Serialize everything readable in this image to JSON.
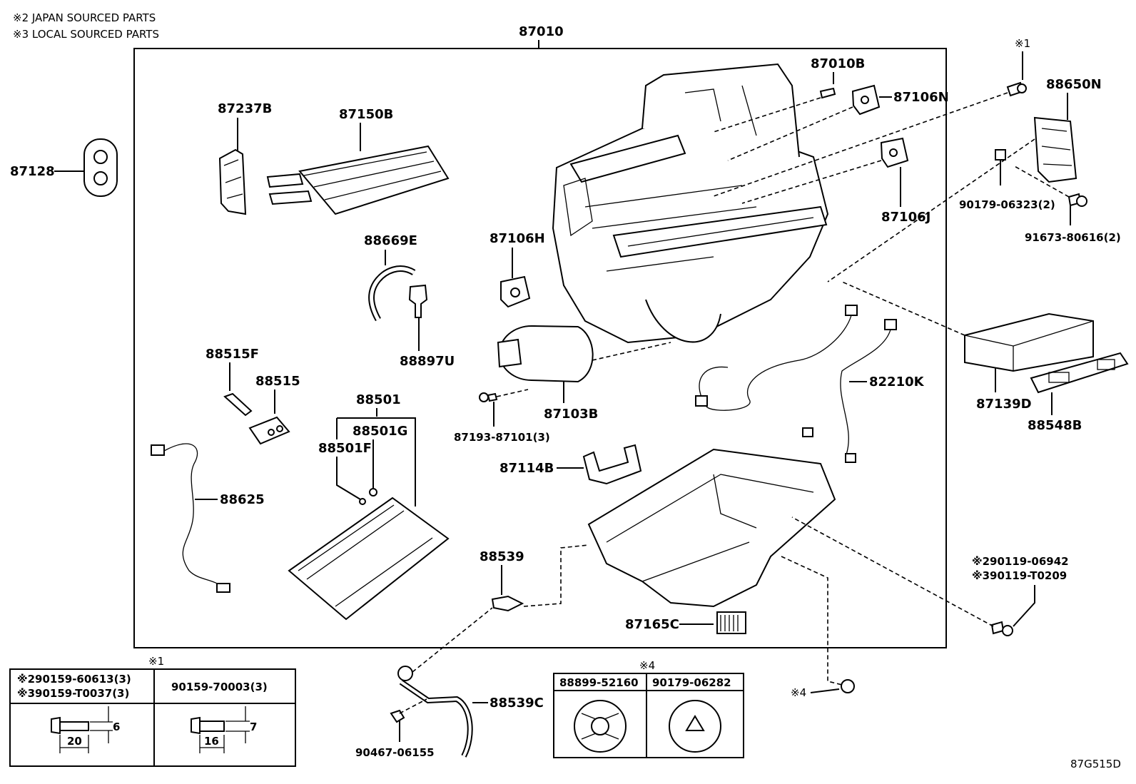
{
  "notes": {
    "japan": "※2 JAPAN SOURCED PARTS",
    "local": "※3 LOCAL SOURCED PARTS"
  },
  "assembly_label": "87010",
  "parts": {
    "p87128": "87128",
    "p87237B": "87237B",
    "p87150B": "87150B",
    "p88669E": "88669E",
    "p88897U": "88897U",
    "p87106H": "87106H",
    "p87010B": "87010B",
    "p87106N": "87106N",
    "p87106J": "87106J",
    "p88650N": "88650N",
    "p90179_06323": "90179-06323(2)",
    "p91673_80616": "91673-80616(2)",
    "p88515F": "88515F",
    "p88515": "88515",
    "p88501": "88501",
    "p88501G": "88501G",
    "p88501F": "88501F",
    "p88625": "88625",
    "p87193": "87193-87101(3)",
    "p87103B": "87103B",
    "p82210K": "82210K",
    "p87114B": "87114B",
    "p88539": "88539",
    "p87165C": "87165C",
    "p87139D": "87139D",
    "p88548B": "88548B",
    "p90119_06942": "※290119-06942",
    "p90119_T0209": "※390119-T0209",
    "ref1": "※1",
    "ref4": "※4",
    "p88539C": "88539C",
    "p90467": "90467-06155"
  },
  "table1": {
    "ref": "※1",
    "col1_line1": "※290159-60613(3)",
    "col1_line2": "※390159-T0037(3)",
    "col2": "90159-70003(3)",
    "dim_a_len": "20",
    "dim_a_dia": "6",
    "dim_b_len": "16",
    "dim_b_dia": "7"
  },
  "table4": {
    "ref": "※4",
    "col1": "88899-52160",
    "col2": "90179-06282"
  },
  "diagram_code": "87G515D"
}
